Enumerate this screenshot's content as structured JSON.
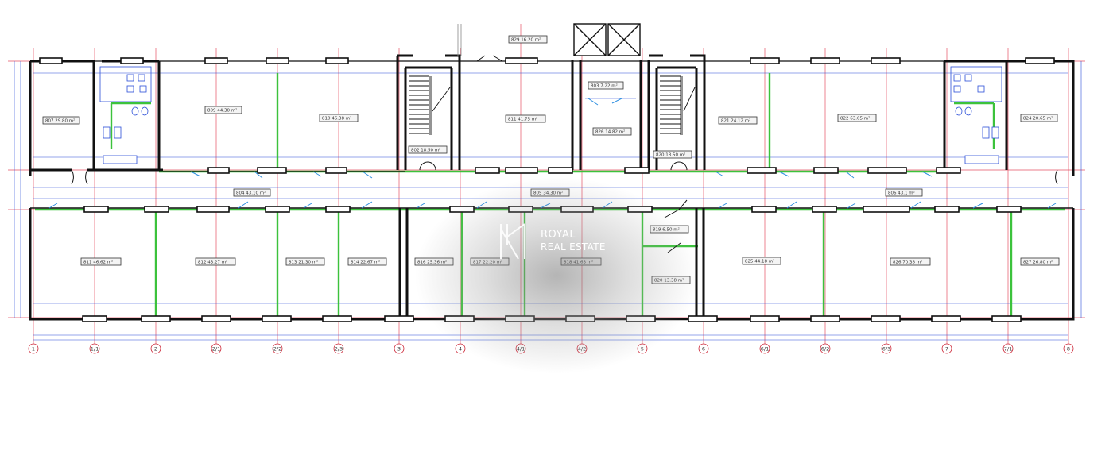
{
  "rooms_upper": [
    {
      "id": "r807",
      "label": "807 29.80 m²"
    },
    {
      "id": "r809",
      "label": "809 44.30 m²"
    },
    {
      "id": "r810",
      "label": "810 46.38 m²"
    },
    {
      "id": "r802",
      "label": "802 18.50 m²"
    },
    {
      "id": "r811",
      "label": "811 41.75 m²"
    },
    {
      "id": "r803",
      "label": "803 7.22 m²"
    },
    {
      "id": "r826",
      "label": "826 14.82 m²"
    },
    {
      "id": "r820",
      "label": "820 18.50 m²"
    },
    {
      "id": "r821",
      "label": "821 24.12 m²"
    },
    {
      "id": "r822",
      "label": "822 63.05 m²"
    },
    {
      "id": "r824",
      "label": "824 20.65 m²"
    },
    {
      "id": "r829",
      "label": "829 16.20 m²"
    }
  ],
  "rooms_corridor": [
    {
      "id": "r804",
      "label": "804 43.10 m²"
    },
    {
      "id": "r805",
      "label": "805 34.30 m²"
    },
    {
      "id": "r806",
      "label": "806 43.1 m²"
    }
  ],
  "rooms_lower": [
    {
      "id": "r811b",
      "label": "811 46.62 m²"
    },
    {
      "id": "r812",
      "label": "812 43.27 m²"
    },
    {
      "id": "r813",
      "label": "813 21.30 m²"
    },
    {
      "id": "r814",
      "label": "814 22.67 m²"
    },
    {
      "id": "r816",
      "label": "816 25.36 m²"
    },
    {
      "id": "r817",
      "label": "817 22.20 m²"
    },
    {
      "id": "r818",
      "label": "818 41.63 m²"
    },
    {
      "id": "r819",
      "label": "819 6.50 m²"
    },
    {
      "id": "r820b",
      "label": "820 13.38 m²"
    },
    {
      "id": "r825",
      "label": "825 44.18 m²"
    },
    {
      "id": "r826b",
      "label": "826 70.38 m²"
    },
    {
      "id": "r827",
      "label": "827 26.80 m²"
    }
  ],
  "axes": [
    "1",
    "1/1",
    "2",
    "2/1",
    "2/2",
    "2/3",
    "3",
    "4",
    "4/1",
    "4/2",
    "5",
    "6",
    "6/1",
    "6/2",
    "6/3",
    "7",
    "7/1",
    "8"
  ],
  "watermark": {
    "line1": "ROYAL",
    "line2": "REAL ESTATE"
  },
  "colors": {
    "wall": "#111111",
    "grid": "#e0334a",
    "dim": "#2b4fd8",
    "partition": "#3cc23c",
    "door": "#2e8fe0"
  }
}
